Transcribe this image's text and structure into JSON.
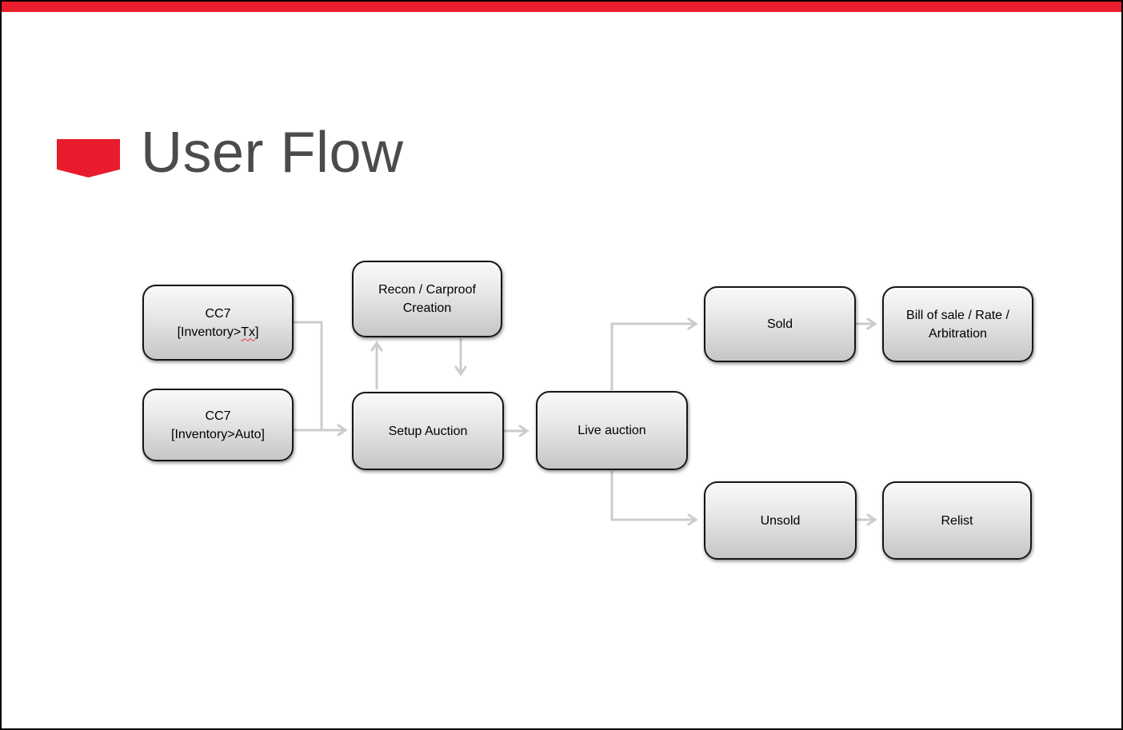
{
  "slide": {
    "title": "User Flow",
    "accent_color": "#e81c2c",
    "title_color": "#4b4b4d",
    "frame_border_color": "#000000",
    "connector_color": "#cccccc",
    "node_border_color": "#161616",
    "node_gradient_top": "#f9f9f9",
    "node_gradient_bottom": "#c6c6c6",
    "spellcheck_squiggle_color": "#e43a3a"
  },
  "flow": {
    "nodes": [
      {
        "id": "cc7-tx",
        "line1": "CC7",
        "line2_prefix": "[Inventory>",
        "line2_typo": "Tx",
        "line2_suffix": "]"
      },
      {
        "id": "cc7-auto",
        "line1": "CC7",
        "line2": "[Inventory>Auto]"
      },
      {
        "id": "recon-carproof",
        "line1": "Recon / Carproof",
        "line2": "Creation"
      },
      {
        "id": "setup-auction",
        "line1": "Setup Auction"
      },
      {
        "id": "live-auction",
        "line1": "Live auction"
      },
      {
        "id": "sold",
        "line1": "Sold"
      },
      {
        "id": "bill-of-sale",
        "line1": "Bill of sale / Rate /",
        "line2": "Arbitration"
      },
      {
        "id": "unsold",
        "line1": "Unsold"
      },
      {
        "id": "relist",
        "line1": "Relist"
      }
    ],
    "edges": [
      {
        "from": "cc7-tx",
        "to": "setup-auction"
      },
      {
        "from": "cc7-auto",
        "to": "setup-auction"
      },
      {
        "from": "setup-auction",
        "to": "recon-carproof"
      },
      {
        "from": "recon-carproof",
        "to": "setup-auction"
      },
      {
        "from": "setup-auction",
        "to": "live-auction"
      },
      {
        "from": "live-auction",
        "to": "sold"
      },
      {
        "from": "sold",
        "to": "bill-of-sale"
      },
      {
        "from": "live-auction",
        "to": "unsold"
      },
      {
        "from": "unsold",
        "to": "relist"
      }
    ]
  }
}
